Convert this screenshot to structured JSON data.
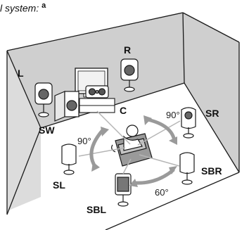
{
  "caption": {
    "text": "l system:",
    "superscript": "a"
  },
  "speakers": {
    "L": "L",
    "R": "R",
    "C": "C",
    "SW": "SW",
    "SR": "SR",
    "SL": "SL",
    "SBR": "SBR",
    "SBL": "SBL"
  },
  "angles": {
    "left": "90°",
    "right": "90°",
    "back": "60°"
  },
  "colors": {
    "room_wall": "#cfcfcf",
    "arrow": "#9a9a9a",
    "line": "#1a1a1a"
  }
}
